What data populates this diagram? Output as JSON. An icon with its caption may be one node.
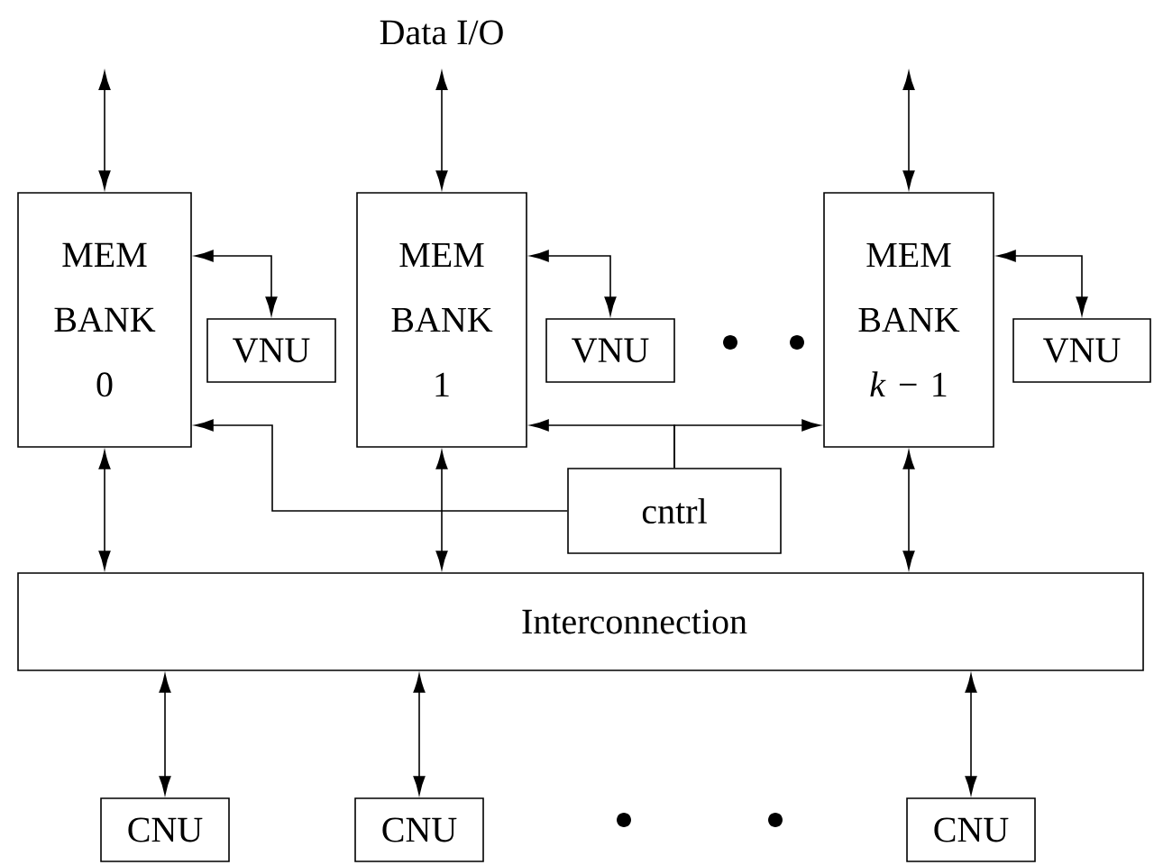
{
  "diagram": {
    "nodes": [
      {
        "text": [
          "MEM BANK 0"
        ]
      },
      {
        "text": [
          "VNU"
        ]
      },
      {
        "text": [
          "MEM BANK 1"
        ]
      },
      {
        "text": [
          "VNU"
        ]
      },
      {
        "text": [
          "MEM BANK *k* − 1"
        ]
      },
      {
        "text": [
          "VNU"
        ]
      },
      {
        "text": [
          "cntrl"
        ]
      },
      {
        "text": [
          "Interconnection"
        ]
      },
      {
        "text": [
          "CNU"
        ]
      },
      {
        "text": [
          "CNU"
        ]
      },
      {
        "text": [
          "CNU"
        ]
      }
    ],
    "edges": [
      {
        "from": null,
        "to": 0,
        "arrow": "both"
      },
      {
        "from": null,
        "to": 2,
        "arrow": "both"
      },
      {
        "from": null,
        "to": 4,
        "arrow": "both"
      },
      {
        "from": 0,
        "to": 1,
        "arrow": "both"
      },
      {
        "from": 2,
        "to": 3,
        "arrow": "both"
      },
      {
        "from": 4,
        "to": 5,
        "arrow": "both"
      },
      {
        "from": 6,
        "to": 0,
        "arrow": "to"
      },
      {
        "from": 6,
        "to": 2,
        "arrow": "to"
      },
      {
        "from": 6,
        "to": 4,
        "arrow": "to"
      },
      {
        "from": 0,
        "to": 7,
        "arrow": "both"
      },
      {
        "from": 2,
        "to": 7,
        "arrow": "both"
      },
      {
        "from": 4,
        "to": 7,
        "arrow": "both"
      },
      {
        "from": 7,
        "to": 8,
        "arrow": "both"
      },
      {
        "from": 7,
        "to": 9,
        "arrow": "both"
      },
      {
        "from": 7,
        "to": 10,
        "arrow": "both"
      }
    ],
    "labels": [
      "Data I/O"
    ]
  }
}
